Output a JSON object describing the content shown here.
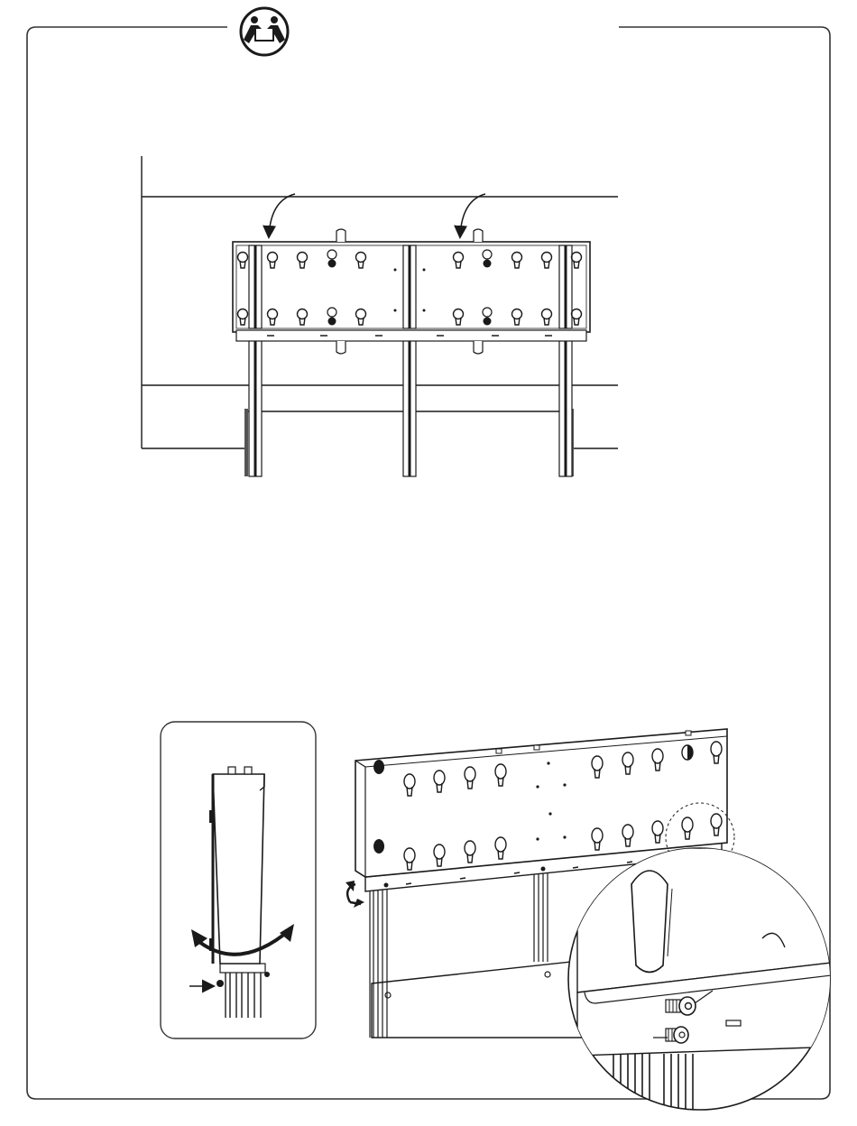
{
  "page": {
    "badge_icon": "two-person-lift-icon",
    "colors": {
      "line": "#1a1a1a",
      "panel": "#ffffff",
      "frame": "#333333",
      "post_fill": "#2a2a2a"
    }
  },
  "figure_top": {
    "name": "mount-plate-on-wall-rails",
    "arrows": 2
  },
  "figure_bottom": {
    "name": "plate-tilt-adjustment",
    "inset_side_view": "side-view-inset",
    "zoom_detail": "screw-detail-zoom"
  }
}
